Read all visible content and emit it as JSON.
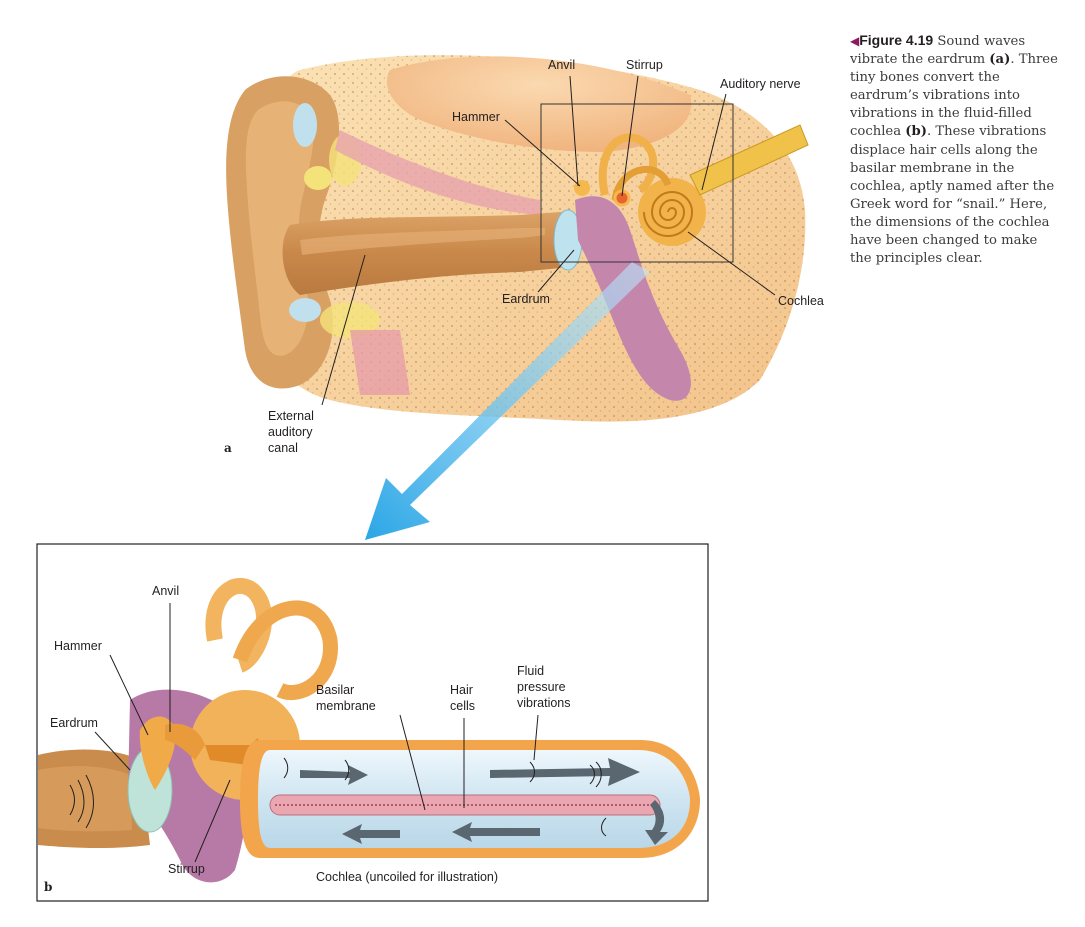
{
  "caption": {
    "figure_label": "Figure 4.19",
    "text_1": " Sound waves vibrate the eardrum ",
    "ref_a": "(a)",
    "text_2": ". Three tiny bones convert the eardrum’s vibrations into vibrations in the fluid-filled cochlea ",
    "ref_b": "(b)",
    "text_3": ". These vibrations displace hair cells along the basilar membrane in the cochlea, aptly named after the Greek word for “snail.” Here, the dimensions of the cochlea have been changed to make the principles clear."
  },
  "panel_a": {
    "letter": "a",
    "labels": {
      "anvil": "Anvil",
      "stirrup": "Stirrup",
      "auditory_nerve": "Auditory nerve",
      "hammer": "Hammer",
      "eardrum": "Eardrum",
      "cochlea": "Cochlea",
      "canal_1": "External",
      "canal_2": "auditory",
      "canal_3": "canal"
    }
  },
  "panel_b": {
    "letter": "b",
    "labels": {
      "anvil": "Anvil",
      "hammer": "Hammer",
      "eardrum": "Eardrum",
      "basilar_1": "Basilar",
      "basilar_2": "membrane",
      "hair_1": "Hair",
      "hair_2": "cells",
      "fluid_1": "Fluid",
      "fluid_2": "pressure",
      "fluid_3": "vibrations",
      "stirrup": "Stirrup",
      "cochlea_uncoiled": "Cochlea (uncoiled for illustration)"
    }
  },
  "colors": {
    "tissue": "#f5c690",
    "bone": "#f2d07a",
    "skin": "#c98c4c",
    "purple": "#b77aa6",
    "fluid": "#cfe6f2",
    "arrow": "#4fb3e6",
    "membrane": "#e8a0a8"
  }
}
